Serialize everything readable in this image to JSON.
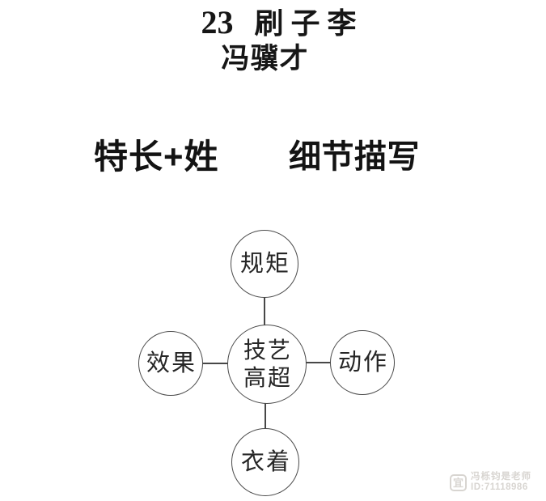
{
  "page": {
    "background": "#ffffff",
    "text_color": "#161616",
    "line_color": "#474747",
    "watermark_color": "#d8d5d1"
  },
  "header": {
    "lesson_number": "23",
    "title": "刷子李",
    "author": "冯骥才"
  },
  "section_labels": {
    "left": "特长+姓",
    "right": "细节描写"
  },
  "diagram": {
    "center_node": {
      "line1": "技艺",
      "line2": "高超"
    },
    "nodes": {
      "top": "规矩",
      "left": "效果",
      "right": "动作",
      "bottom": "衣着"
    },
    "edges": [
      {
        "from": "技艺高超",
        "to": "规矩"
      },
      {
        "from": "技艺高超",
        "to": "效果"
      },
      {
        "from": "技艺高超",
        "to": "动作"
      },
      {
        "from": "技艺高超",
        "to": "衣着"
      }
    ]
  },
  "watermark": {
    "logo_char": "宜",
    "name": "冯栎钧是老师",
    "id_text": "ID:71118986"
  }
}
